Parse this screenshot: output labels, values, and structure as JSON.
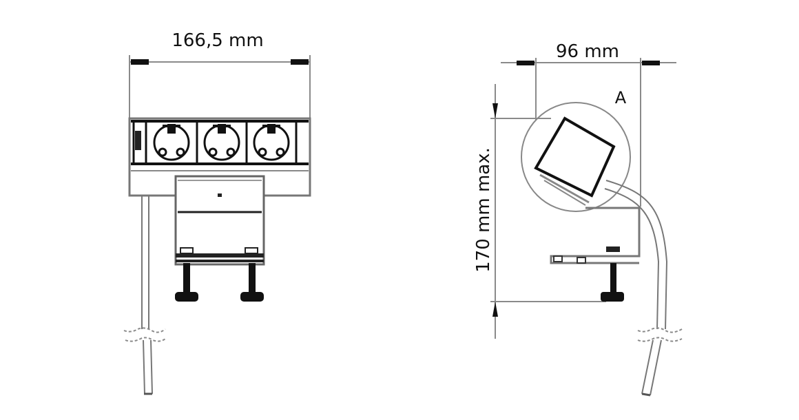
{
  "front_view": {
    "width_dimension": "166,5 mm",
    "sockets_count": 3
  },
  "side_view": {
    "depth_dimension": "96 mm",
    "height_dimension": "170 mm max.",
    "detail_label": "A"
  },
  "colors": {
    "line_dark": "#111111",
    "line_gray": "#8a8a8a",
    "background": "#ffffff"
  }
}
